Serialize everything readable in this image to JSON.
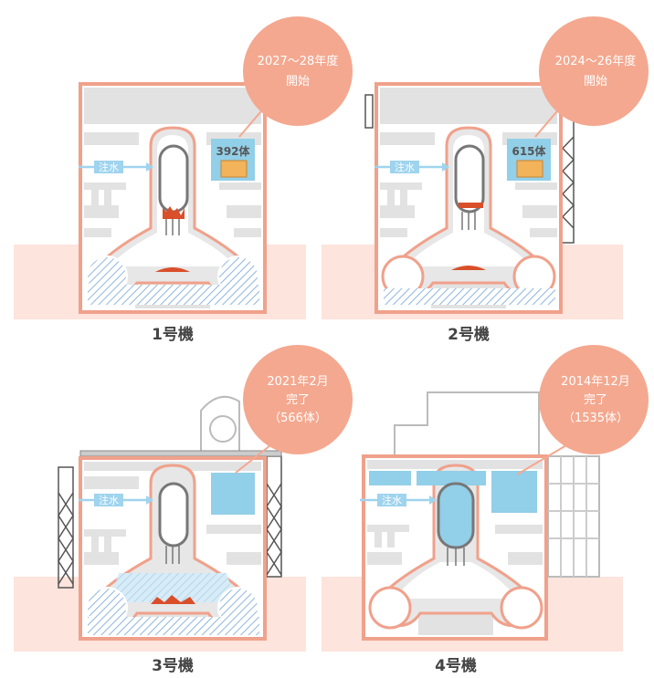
{
  "colors": {
    "wall": "#f0a18b",
    "ground": "#fde4dc",
    "bubble": "#f4a88f",
    "pool": "#92cfe8",
    "debris": "#d94f2a",
    "fuel": "#f2b35b",
    "structure": "#e2e2e2",
    "water_arrow": "#9fd4ee",
    "hatch": "#8fb5de"
  },
  "units": [
    {
      "label": "1号機",
      "water_injection": "注水",
      "pool_count": "392体",
      "status_lines": [
        "2027〜28年度",
        "開始"
      ]
    },
    {
      "label": "2号機",
      "water_injection": "注水",
      "pool_count": "615体",
      "status_lines": [
        "2024〜26年度",
        "開始"
      ]
    },
    {
      "label": "3号機",
      "water_injection": "注水",
      "pool_count": "",
      "status_lines": [
        "2021年2月",
        "完了",
        "（566体）"
      ]
    },
    {
      "label": "4号機",
      "water_injection": "注水",
      "pool_count": "",
      "status_lines": [
        "2014年12月",
        "完了",
        "（1535体）"
      ]
    }
  ]
}
